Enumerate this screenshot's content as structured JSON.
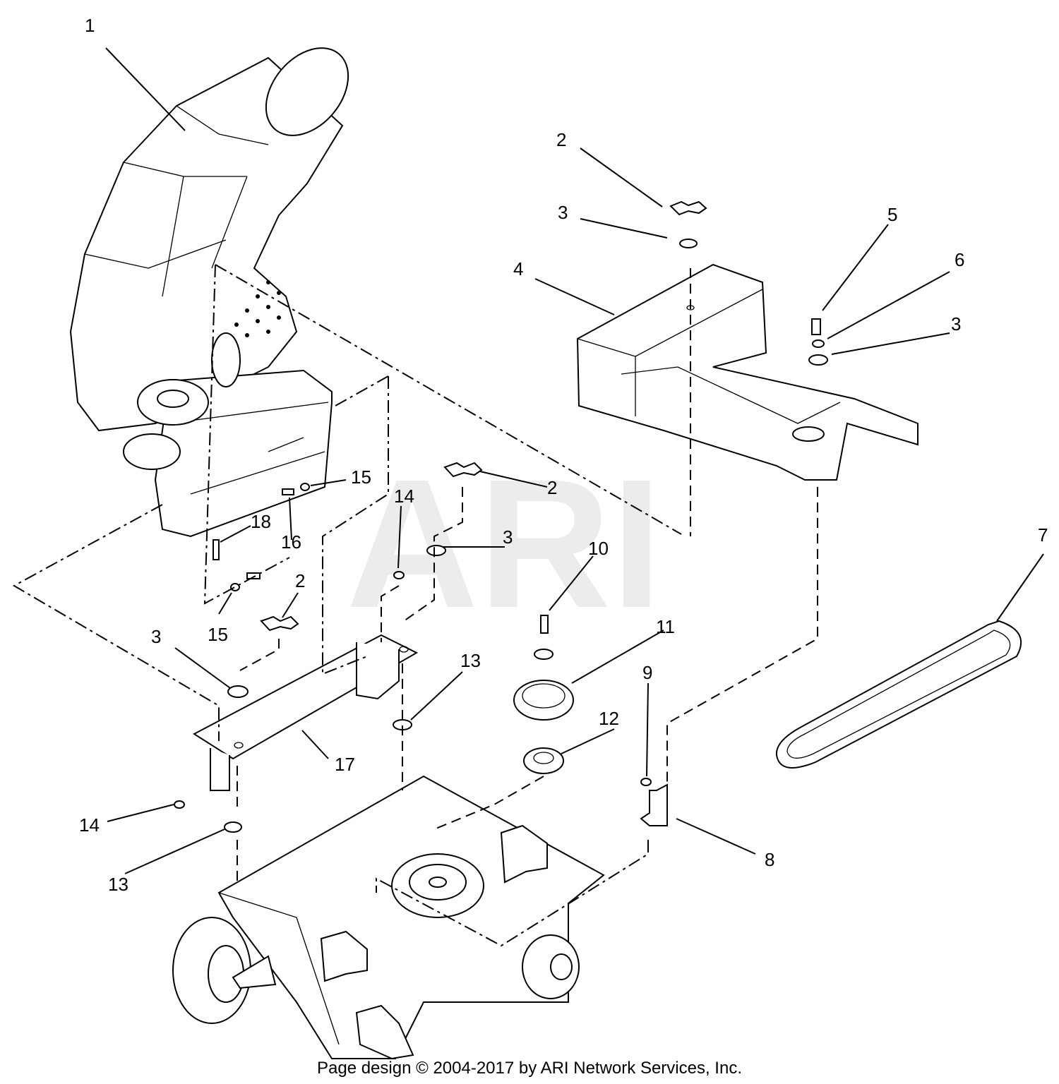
{
  "watermark": "ARI",
  "footer": "Page design © 2004-2017 by ARI Network Services, Inc.",
  "callouts": [
    "1",
    "2",
    "3",
    "4",
    "5",
    "6",
    "3",
    "7",
    "15",
    "14",
    "2",
    "18",
    "16",
    "3",
    "10",
    "2",
    "15",
    "3",
    "11",
    "13",
    "17",
    "9",
    "12",
    "14",
    "8",
    "13"
  ]
}
